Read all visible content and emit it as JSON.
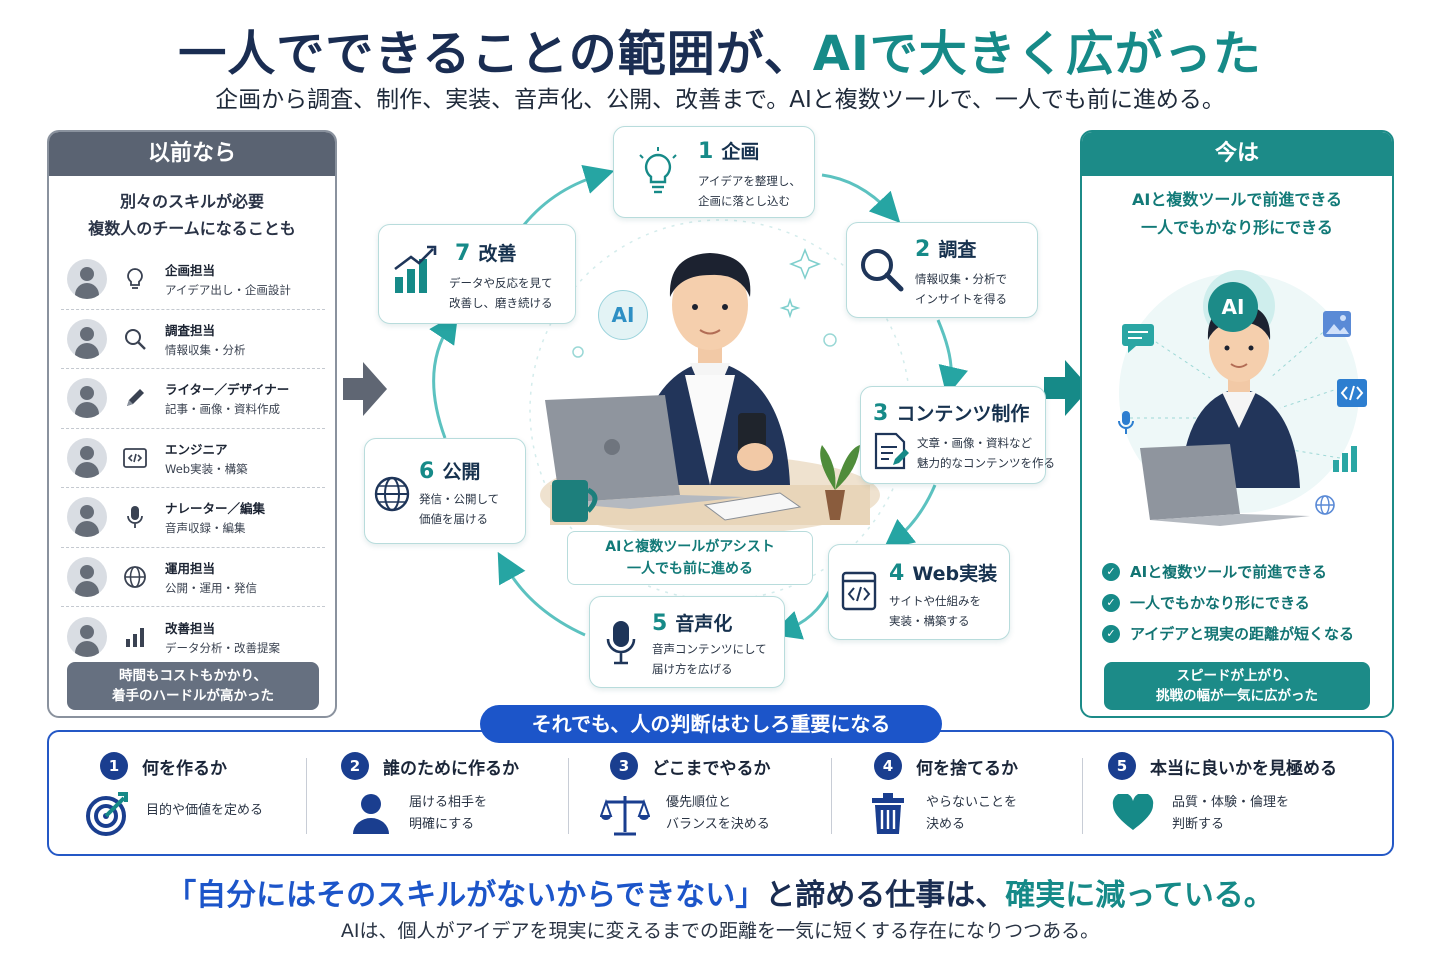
{
  "title": {
    "part1": "一人でできることの範囲が、",
    "part2": "AIで大きく広がった"
  },
  "subtitle": "企画から調査、制作、実装、音声化、公開、改善まで。AIと複数ツールで、一人でも前に進める。",
  "left": {
    "header": "以前なら",
    "sub1": "別々のスキルが必要",
    "sub2": "複数人のチームになることも",
    "roles": [
      {
        "name": "企画担当",
        "desc": "アイデア出し・企画設計",
        "icon": "lightbulb-icon"
      },
      {
        "name": "調査担当",
        "desc": "情報収集・分析",
        "icon": "magnifier-icon"
      },
      {
        "name": "ライター／デザイナー",
        "desc": "記事・画像・資料作成",
        "icon": "pencil-icon"
      },
      {
        "name": "エンジニア",
        "desc": "Web実装・構築",
        "icon": "code-icon"
      },
      {
        "name": "ナレーター／編集",
        "desc": "音声収録・編集",
        "icon": "microphone-icon"
      },
      {
        "name": "運用担当",
        "desc": "公開・運用・発信",
        "icon": "globe-icon"
      },
      {
        "name": "改善担当",
        "desc": "データ分析・改善提案",
        "icon": "bar-chart-icon"
      }
    ],
    "note1": "時間もコストもかかり、",
    "note2": "着手のハードルが高かった"
  },
  "cycle": [
    {
      "num": "1",
      "title": "企画",
      "desc1": "アイデアを整理し、",
      "desc2": "企画に落とし込む",
      "icon": "lightbulb-icon"
    },
    {
      "num": "2",
      "title": "調査",
      "desc1": "情報収集・分析で",
      "desc2": "インサイトを得る",
      "icon": "magnifier-icon"
    },
    {
      "num": "3",
      "title": "コンテンツ制作",
      "desc1": "文章・画像・資料など",
      "desc2": "魅力的なコンテンツを作る",
      "icon": "document-pen-icon"
    },
    {
      "num": "4",
      "title": "Web実装",
      "desc1": "サイトや仕組みを",
      "desc2": "実装・構築する",
      "icon": "code-window-icon"
    },
    {
      "num": "5",
      "title": "音声化",
      "desc1": "音声コンテンツにして",
      "desc2": "届け方を広げる",
      "icon": "microphone-icon"
    },
    {
      "num": "6",
      "title": "公開",
      "desc1": "発信・公開して",
      "desc2": "価値を届ける",
      "icon": "globe-icon"
    },
    {
      "num": "7",
      "title": "改善",
      "desc1": "データや反応を見て",
      "desc2": "改善し、磨き続ける",
      "icon": "growth-chart-icon"
    }
  ],
  "center": {
    "ai_badge": "AI",
    "assist1": "AIと複数ツールがアシスト",
    "assist2": "一人でも前に進める"
  },
  "right": {
    "header": "今は",
    "sub1": "AIと複数ツールで前進できる",
    "sub2": "一人でもかなり形にできる",
    "ai_badge": "AI",
    "checks": [
      "AIと複数ツールで前進できる",
      "一人でもかなり形にできる",
      "アイデアと現実の距離が短くなる"
    ],
    "note1": "スピードが上がり、",
    "note2": "挑戦の幅が一気に広がった"
  },
  "bottom": {
    "pill": "それでも、人の判断はむしろ重要になる",
    "items": [
      {
        "num": "1",
        "title": "何を作るか",
        "desc1": "目的や価値を定める",
        "desc2": "",
        "icon": "target-icon"
      },
      {
        "num": "2",
        "title": "誰のために作るか",
        "desc1": "届ける相手を",
        "desc2": "明確にする",
        "icon": "person-icon"
      },
      {
        "num": "3",
        "title": "どこまでやるか",
        "desc1": "優先順位と",
        "desc2": "バランスを決める",
        "icon": "scale-icon"
      },
      {
        "num": "4",
        "title": "何を捨てるか",
        "desc1": "やらないことを",
        "desc2": "決める",
        "icon": "trash-icon"
      },
      {
        "num": "5",
        "title": "本当に良いかを見極める",
        "desc1": "品質・体験・倫理を",
        "desc2": "判断する",
        "icon": "heart-icon"
      }
    ]
  },
  "footer": {
    "part1": "「自分にはそのスキルがないからできない」",
    "part2": "と諦める仕事は、",
    "part3": "確実に減っている。",
    "sub": "AIは、個人がアイデアを現実に変えるまでの距離を一気に短くする存在になりつつある。"
  },
  "colors": {
    "teal": "#168a88",
    "navy": "#1a2d52",
    "blue": "#1c55c9",
    "gray": "#5a6372"
  }
}
